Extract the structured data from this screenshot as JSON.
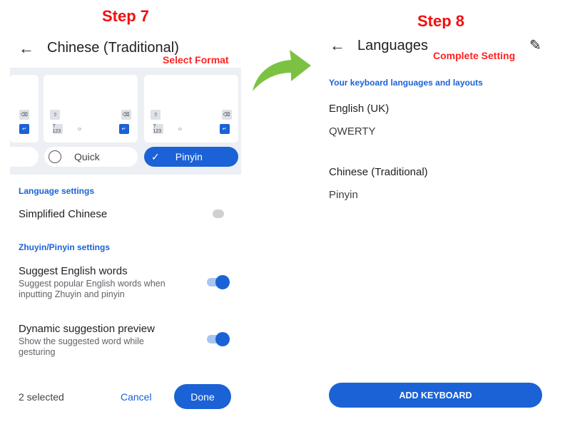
{
  "steps": {
    "left": "Step 7",
    "right": "Step 8"
  },
  "left": {
    "title": "Chinese (Traditional)",
    "annotation": "Select Format",
    "layouts": [
      {
        "label": "Quick",
        "selected": false
      },
      {
        "label": "Pinyin",
        "selected": true
      }
    ],
    "language_section": "Language settings",
    "simplified": {
      "label": "Simplified Chinese",
      "on": false
    },
    "zhuyin_section": "Zhuyin/Pinyin settings",
    "suggest": {
      "title": "Suggest English words",
      "desc": "Suggest popular English words when inputting Zhuyin and pinyin",
      "on": true
    },
    "dynamic": {
      "title": "Dynamic suggestion preview",
      "desc": "Show the suggested word while gesturing",
      "on": true
    },
    "selected_count": "2 selected",
    "cancel": "Cancel",
    "done": "Done"
  },
  "right": {
    "title": "Languages",
    "annotation": "Complete Setting",
    "section": "Your keyboard languages and layouts",
    "languages": [
      {
        "name": "English (UK)",
        "layout": "QWERTY"
      },
      {
        "name": "Chinese (Traditional)",
        "layout": "Pinyin"
      }
    ],
    "add_keyboard": "ADD KEYBOARD"
  },
  "colors": {
    "accent": "#1a62d6",
    "annotation": "#f01010",
    "arrow": "#7cc242"
  }
}
